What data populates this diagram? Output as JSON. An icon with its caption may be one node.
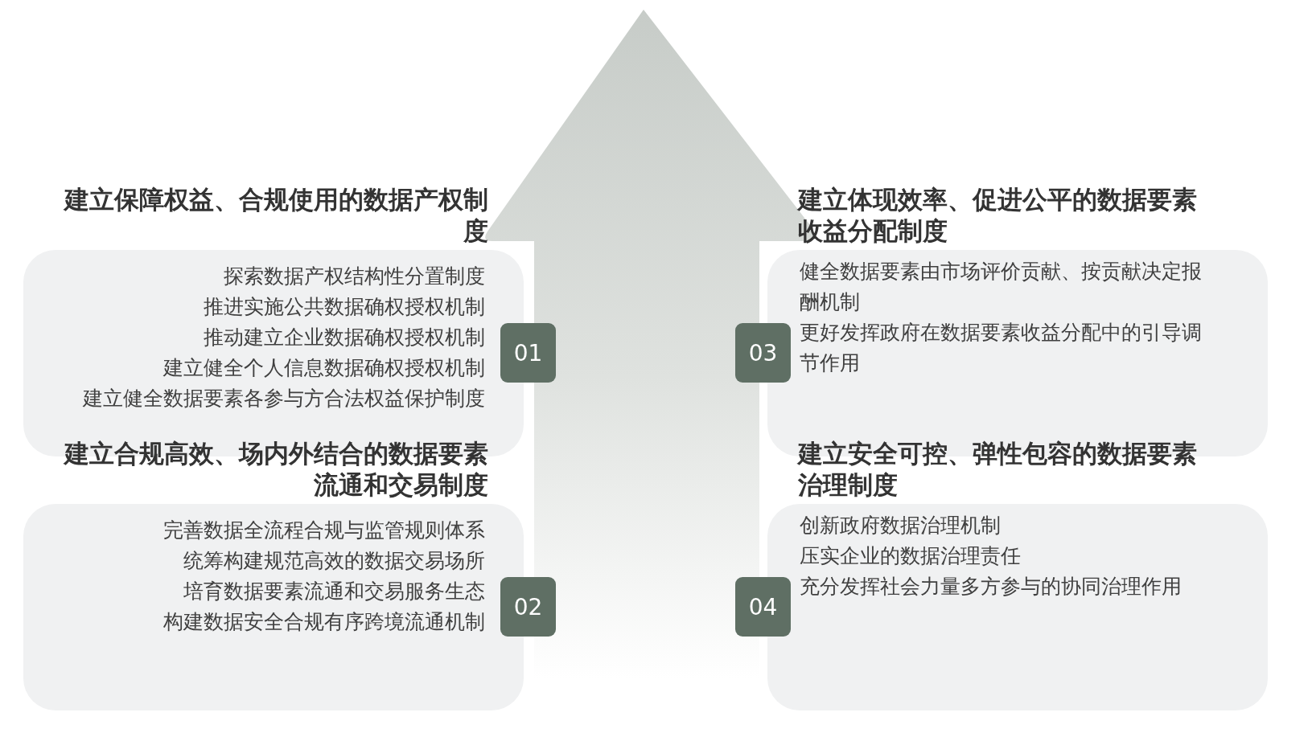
{
  "diagram": {
    "nodes": [
      {
        "text": [
          "建立保障权益、合规使用的数据产权制度",
          "探索数据产权结构性分置制度",
          "推进实施公共数据确权授权机制",
          "推动建立企业数据确权授权机制",
          "建立健全个人信息数据确权授权机制",
          "建立健全数据要素各参与方合法权益保护制度"
        ]
      },
      {
        "text": [
          "01"
        ]
      },
      {
        "text": [
          "建立合规高效、场内外结合的数据要素流通和交易制度",
          "完善数据全流程合规与监管规则体系",
          "统筹构建规范高效的数据交易场所",
          "培育数据要素流通和交易服务生态",
          "构建数据安全合规有序跨境流通机制"
        ]
      },
      {
        "text": [
          "02"
        ]
      },
      {
        "text": [
          "建立体现效率、促进公平的数据要素收益分配制度",
          "健全数据要素由市场评价贡献、按贡献决定报酬机制",
          "更好发挥政府在数据要素收益分配中的引导调节作用"
        ]
      },
      {
        "text": [
          "03"
        ]
      },
      {
        "text": [
          "建立安全可控、弹性包容的数据要素治理制度",
          "创新政府数据治理机制",
          "压实企业的数据治理责任",
          "充分发挥社会力量多方参与的协同治理作用"
        ]
      },
      {
        "text": [
          "04"
        ]
      }
    ],
    "edges": []
  }
}
